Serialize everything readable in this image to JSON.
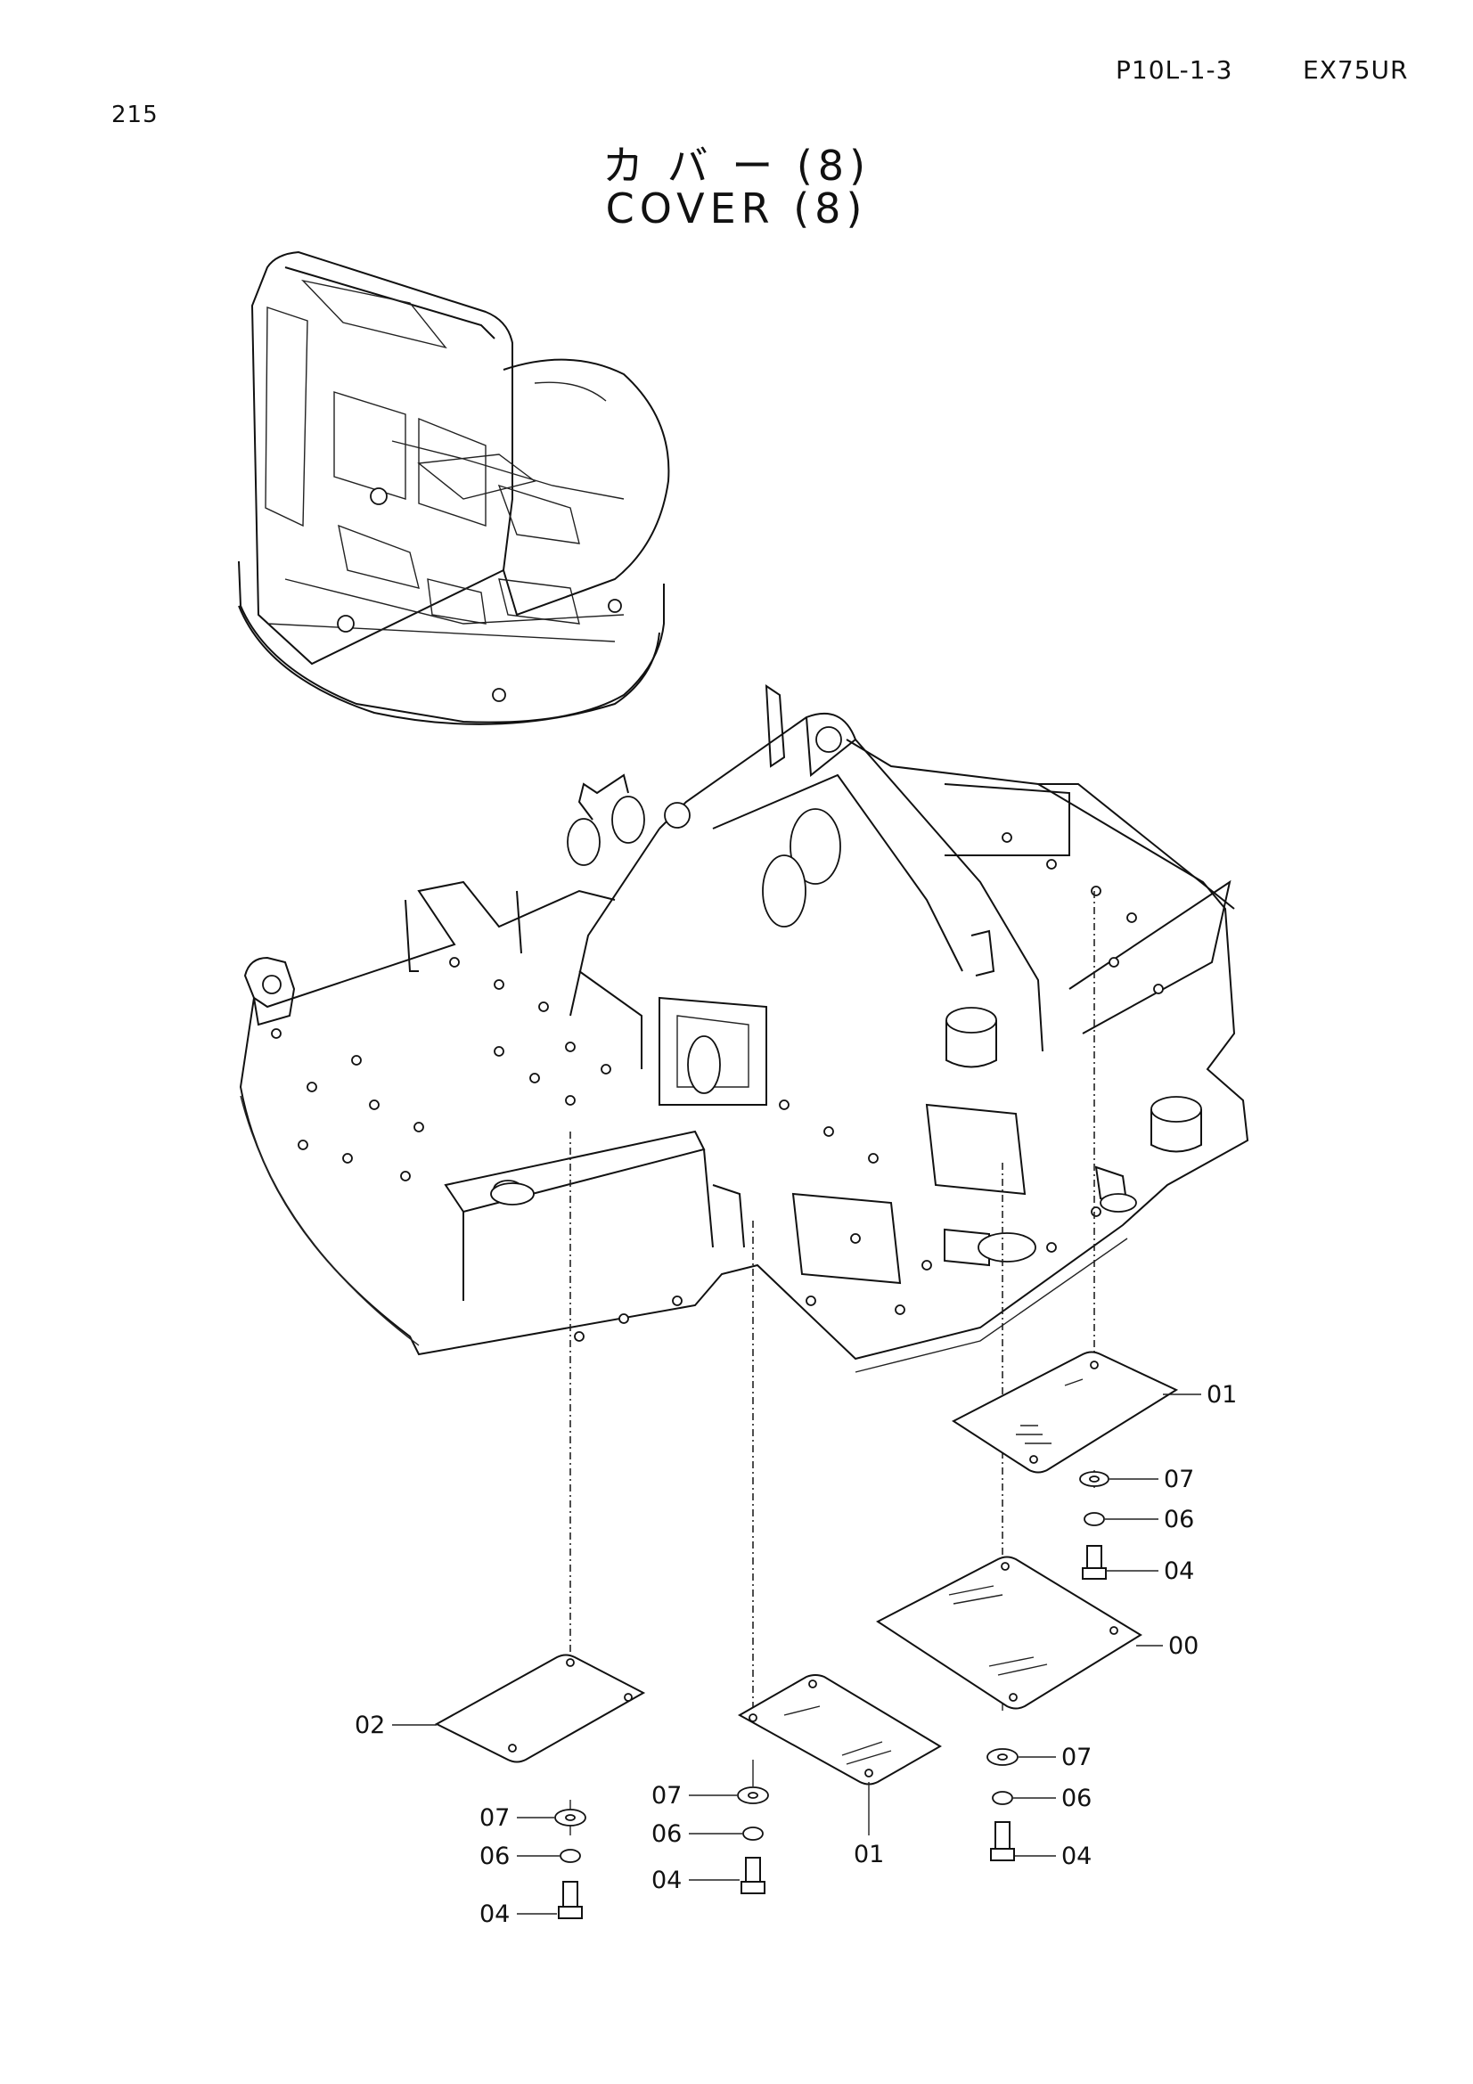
{
  "header": {
    "page_code": "P10L-1-3",
    "model": "EX75UR",
    "page_number": "215"
  },
  "title": {
    "japanese": "カ バ ー  (8)",
    "english": "COVER (8)"
  },
  "callouts": {
    "c01a": "01",
    "c07a": "07",
    "c06a": "06",
    "c04a": "04",
    "c00": "00",
    "c07b": "07",
    "c06b": "06",
    "c04b": "04",
    "c02": "02",
    "c07c": "07",
    "c06c": "06",
    "c04c": "04",
    "c07d": "07",
    "c06d": "06",
    "c04d": "04",
    "c01b": "01"
  }
}
